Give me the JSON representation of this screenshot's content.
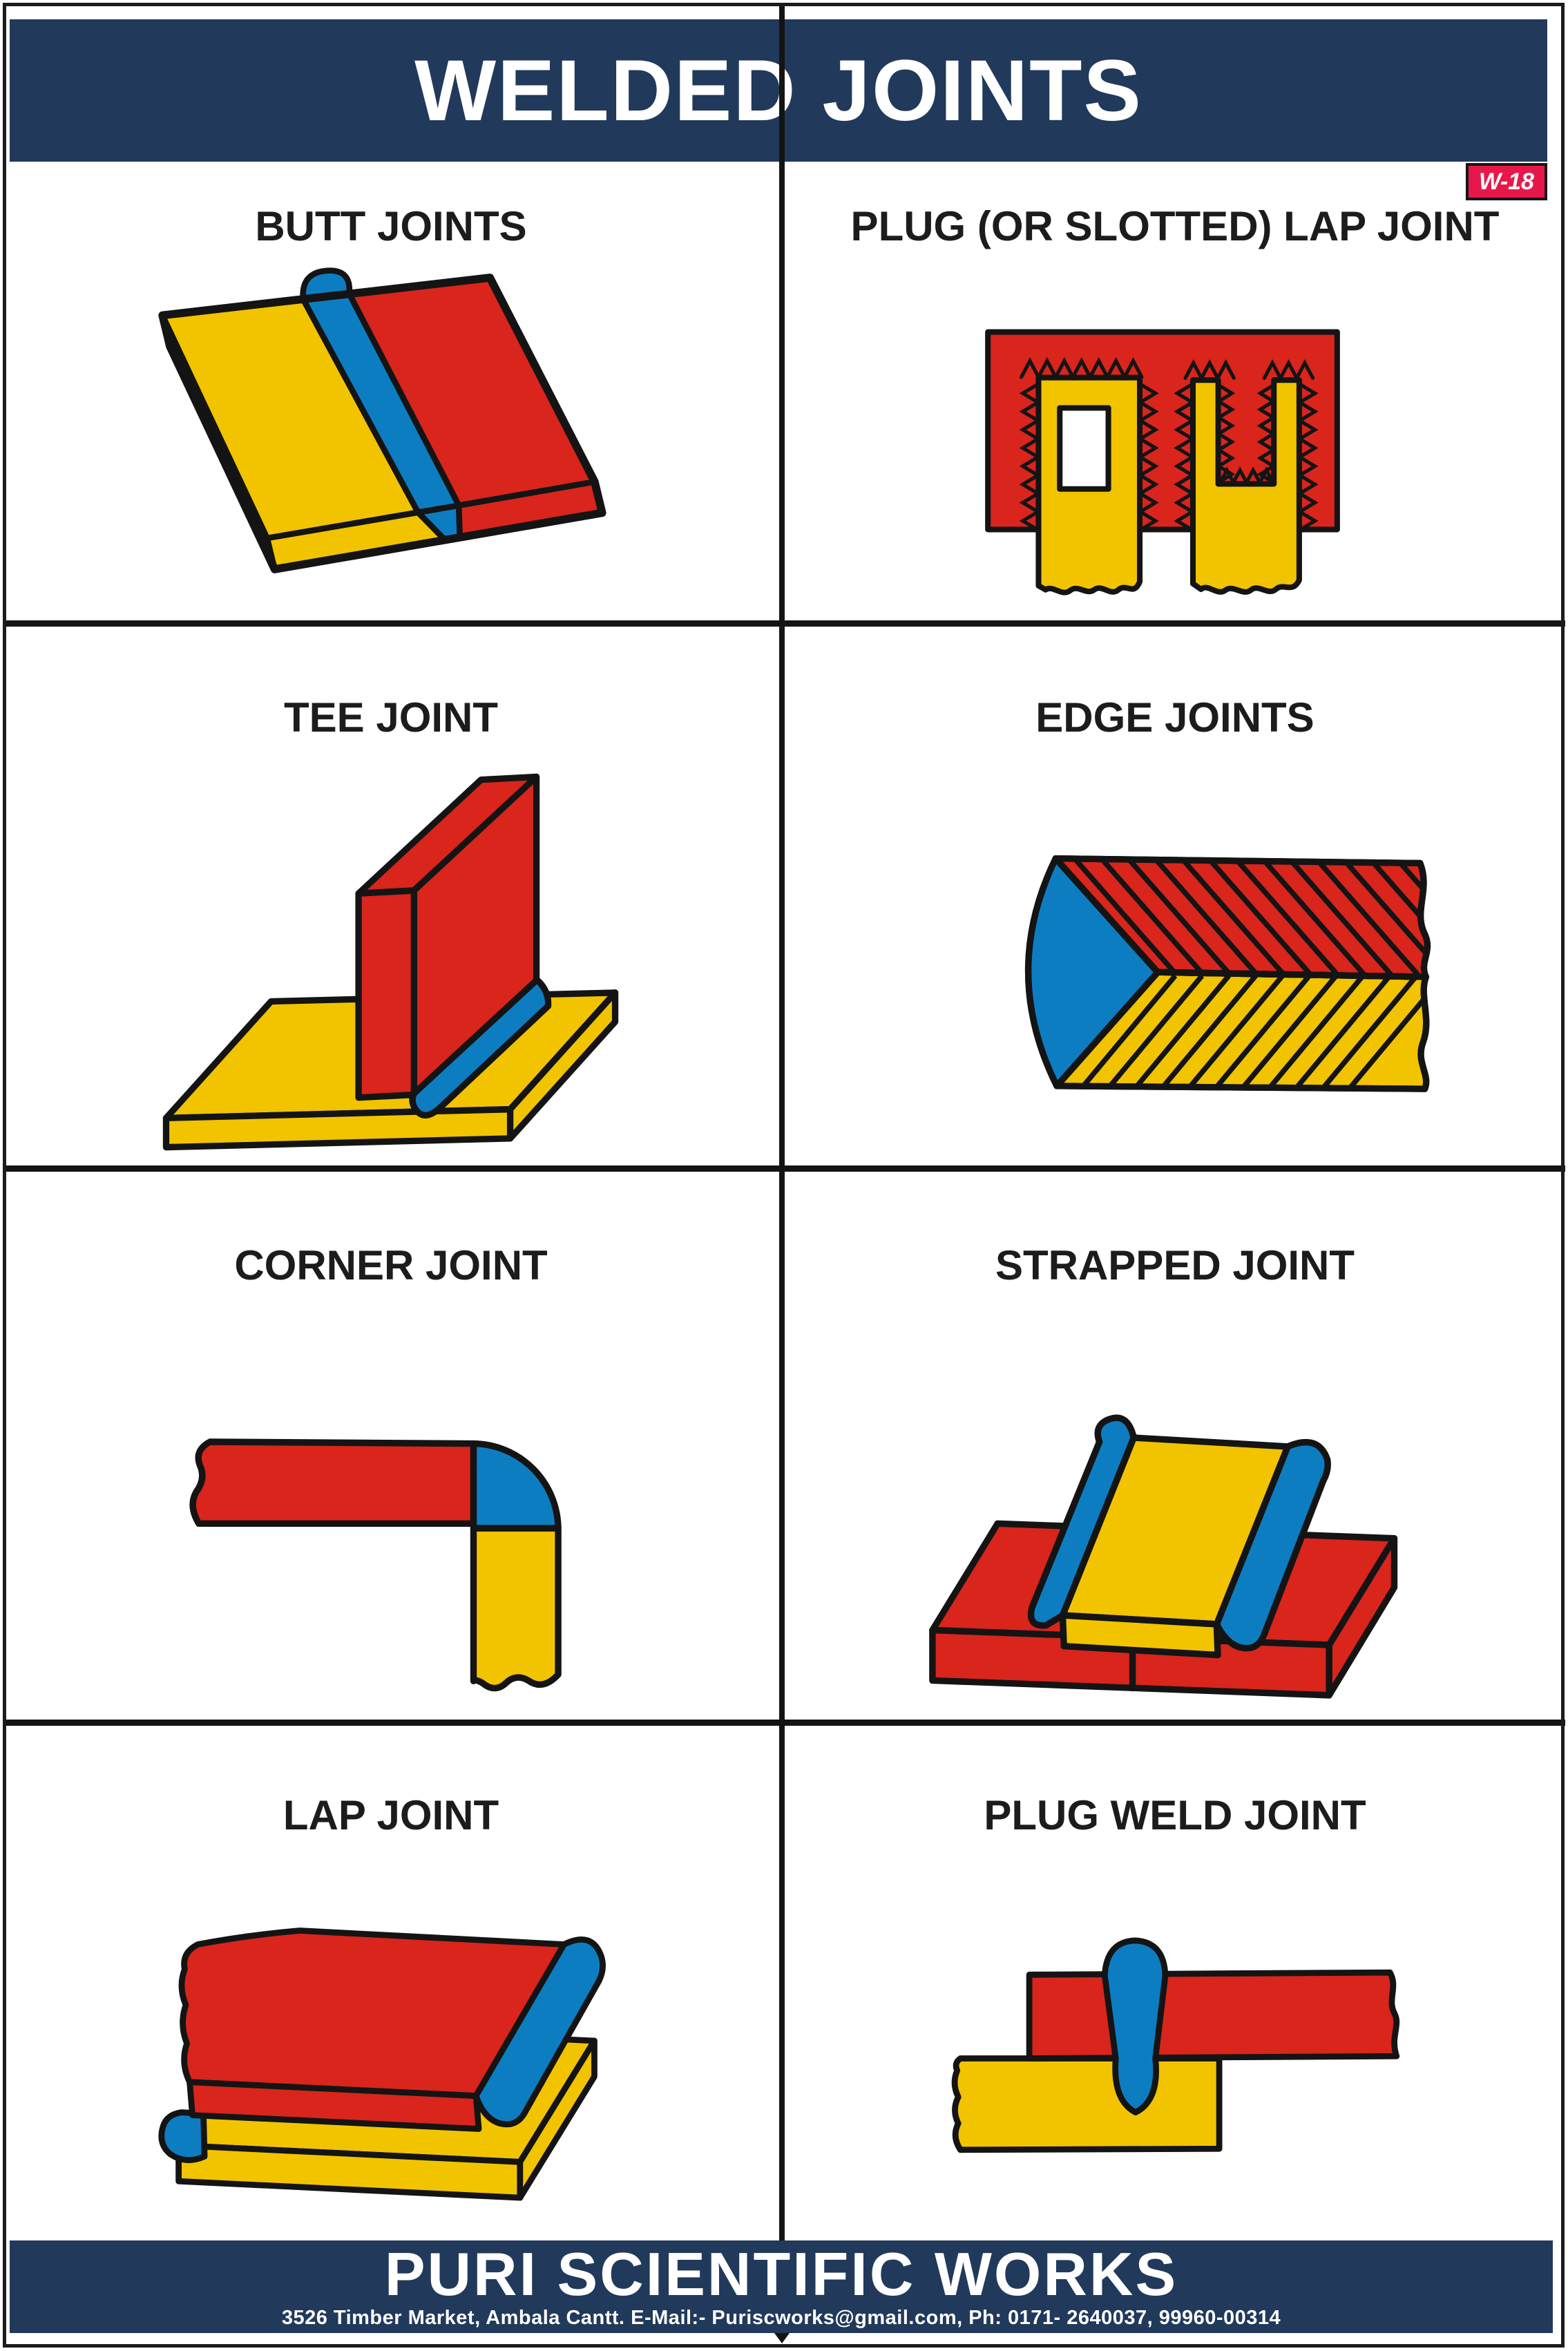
{
  "header": {
    "title": "WELDED JOINTS",
    "badge": "W-18"
  },
  "panels": [
    {
      "id": "butt-joints",
      "title": "BUTT JOINTS"
    },
    {
      "id": "plug-lap-joint",
      "title": "PLUG (OR SLOTTED) LAP JOINT"
    },
    {
      "id": "tee-joint",
      "title": "TEE JOINT"
    },
    {
      "id": "edge-joints",
      "title": "EDGE JOINTS"
    },
    {
      "id": "corner-joint",
      "title": "CORNER JOINT"
    },
    {
      "id": "strapped-joint",
      "title": "STRAPPED JOINT"
    },
    {
      "id": "lap-joint",
      "title": "LAP JOINT"
    },
    {
      "id": "plug-weld-joint",
      "title": "PLUG WELD JOINT"
    }
  ],
  "footer": {
    "company": "PURI SCIENTIFIC WORKS",
    "address": "3526 Timber Market, Ambala Cantt. E-Mail:- Puriscworks@gmail.com, Ph: 0171- 2640037, 99960-00314"
  },
  "colors": {
    "navy": "#21395b",
    "red": "#d9251c",
    "yellow": "#f2c400",
    "blue": "#0d7dc2",
    "badge": "#e8174b",
    "line": "#141414"
  }
}
